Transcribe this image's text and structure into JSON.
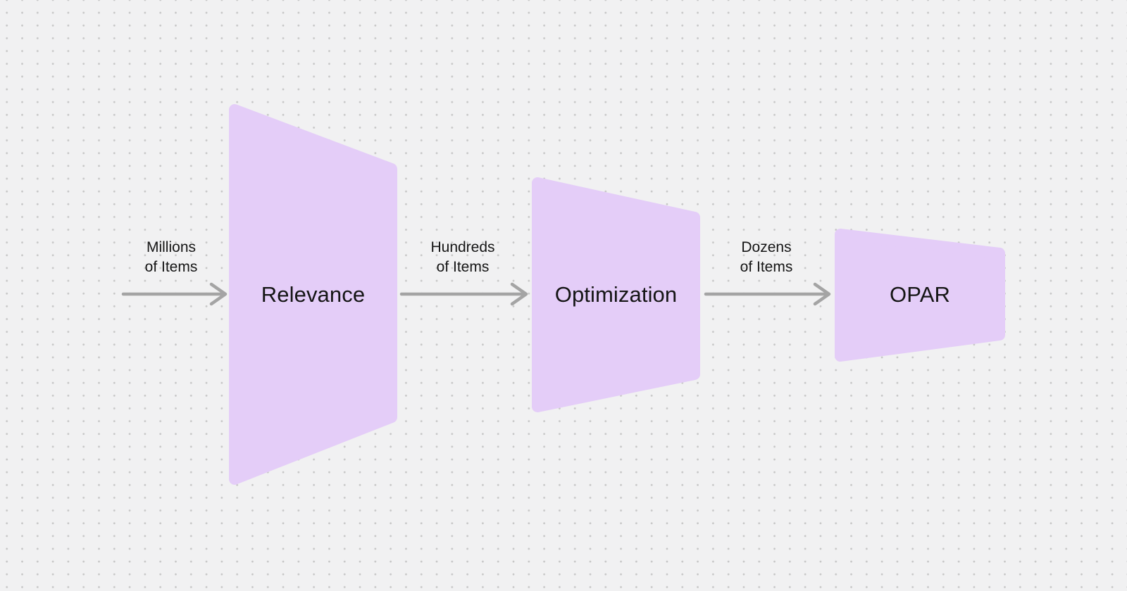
{
  "canvas": {
    "background_color": "#f1f1f2",
    "dot_color": "#c6c6c6"
  },
  "diagram": {
    "shape_fill": "#e4cdf8",
    "arrow_color": "#a4a4a4",
    "text_color": "#151515",
    "stages": [
      {
        "label": "Relevance"
      },
      {
        "label": "Optimization"
      },
      {
        "label": "OPAR"
      }
    ],
    "arrows": [
      {
        "label": "Millions of Items",
        "lines": [
          "Millions",
          "of Items"
        ]
      },
      {
        "label": "Hundreds of Items",
        "lines": [
          "Hundreds",
          "of Items"
        ]
      },
      {
        "label": "Dozens of Items",
        "lines": [
          "Dozens",
          "of Items"
        ]
      }
    ]
  }
}
